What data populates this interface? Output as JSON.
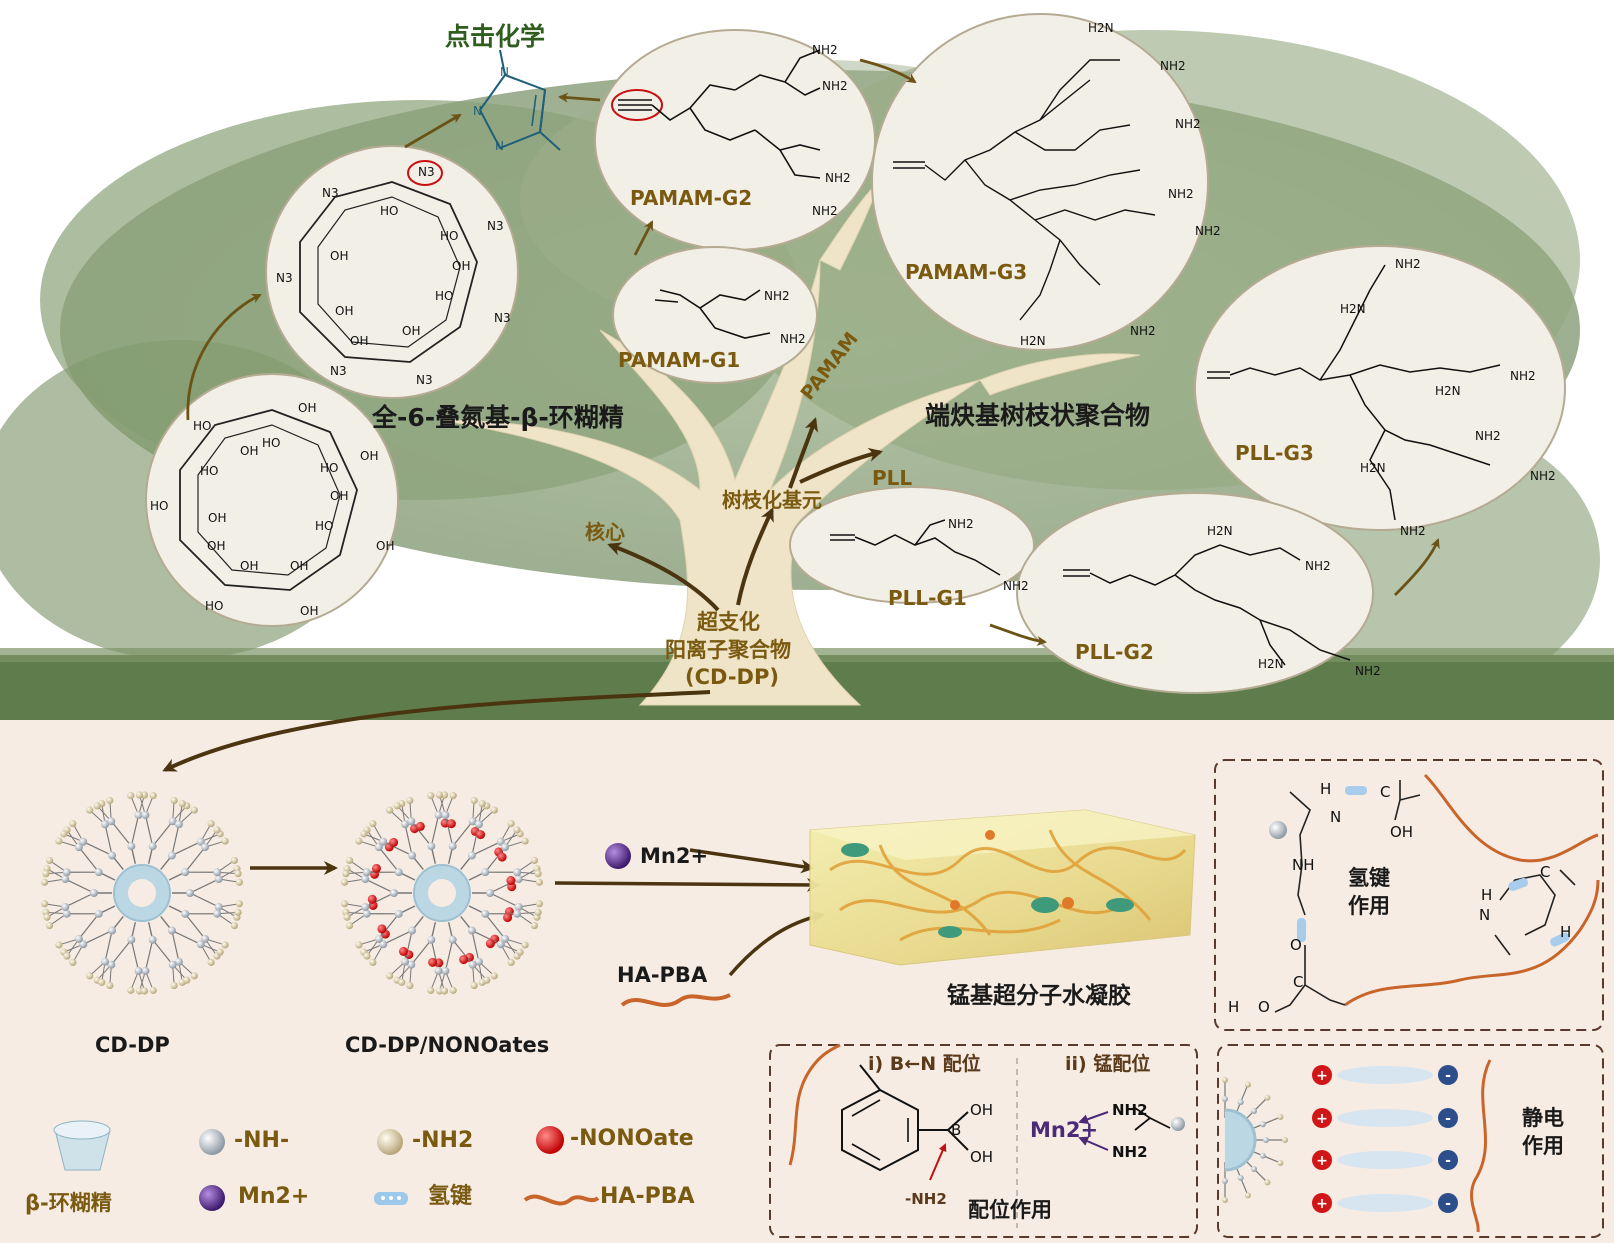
{
  "tree": {
    "click_chemistry": "点击化学",
    "per6_azido_cd": "全-6-叠氮基-β-环糊精",
    "alkyne_dendrimers": "端炔基树枝状聚合物",
    "core": "核心",
    "dendron_unit": "树枝化基元",
    "pamam": "PAMAM",
    "pll": "PLL",
    "hyper_line1": "超支化",
    "hyper_line2": "阳离子聚合物",
    "hyper_line3": "(CD-DP)"
  },
  "dendrimers": {
    "pamam_g1": "PAMAM-G1",
    "pamam_g2": "PAMAM-G2",
    "pamam_g3": "PAMAM-G3",
    "pll_g1": "PLL-G1",
    "pll_g2": "PLL-G2",
    "pll_g3": "PLL-G3"
  },
  "chem": {
    "n3": "N3",
    "ho": "HO",
    "oh": "OH",
    "o": "O",
    "n": "N",
    "h": "H",
    "nh2": "NH2",
    "nh": "NH",
    "h2n": "H2N",
    "hn": "HN",
    "b": "B",
    "c": "C"
  },
  "process": {
    "cd_dp": "CD-DP",
    "cd_dp_nonoates": "CD-DP/NONOates",
    "mn": "Mn2+",
    "ha_pba": "HA-PBA",
    "hydrogel": "锰基超分子水凝胶"
  },
  "interactions": {
    "hbond": "氢键作用",
    "hbond_line1": "氢键",
    "hbond_line2": "作用",
    "bn_coord": "i) B←N 配位",
    "mn_coord": "ii) 锰配位",
    "coord_effect": "配位作用",
    "nh2_label": "-NH2",
    "electro_line1": "静电",
    "electro_line2": "作用"
  },
  "legend": {
    "cyclodextrin": "β-环糊精",
    "nh": "-NH-",
    "nh2": "-NH2",
    "nonoate": "-NONOate",
    "mn": "Mn2+",
    "hbond": "氢键",
    "ha_pba": "HA-PBA"
  },
  "colors": {
    "label_gold": "#7a5a10",
    "click_green": "#2f5d1e",
    "triazole_blue": "#1f5f7a",
    "canopy_green": "#6f8a5e",
    "ground_green": "#5c7a4a",
    "trunk": "#efe4c8",
    "bottom_bg": "#f5ebe3",
    "ha_orange": "#c8652a",
    "nonoate_red": "#d01616",
    "mn_purple": "#5a2d8a",
    "hbond_blue": "#9cc8ea",
    "cd_blue": "#bcd7e4"
  }
}
